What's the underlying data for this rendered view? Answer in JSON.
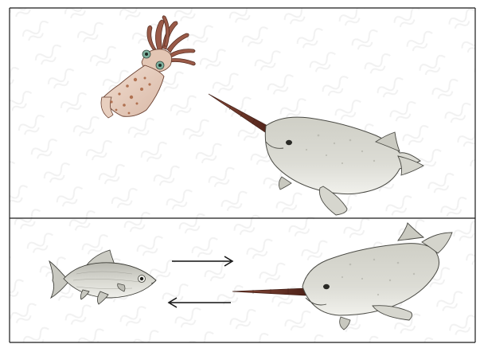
{
  "figure": {
    "panels": [
      {
        "id": "top",
        "organisms": [
          "squid-icon",
          "narwhal-icon"
        ]
      },
      {
        "id": "bottom",
        "organisms": [
          "fish-icon",
          "narwhal-icon"
        ],
        "arrows": [
          "right-arrow",
          "left-arrow"
        ]
      }
    ]
  },
  "colors": {
    "frame": "#1a1a1a",
    "narwhal_body": "#d9d9d2",
    "narwhal_belly": "#eeeeea",
    "tusk": "#6b3326",
    "squid_body": "#e7cfc0",
    "squid_spots": "#a8623f",
    "fish_body": "#d6d6cf",
    "watermark": "#f1f1f1"
  }
}
